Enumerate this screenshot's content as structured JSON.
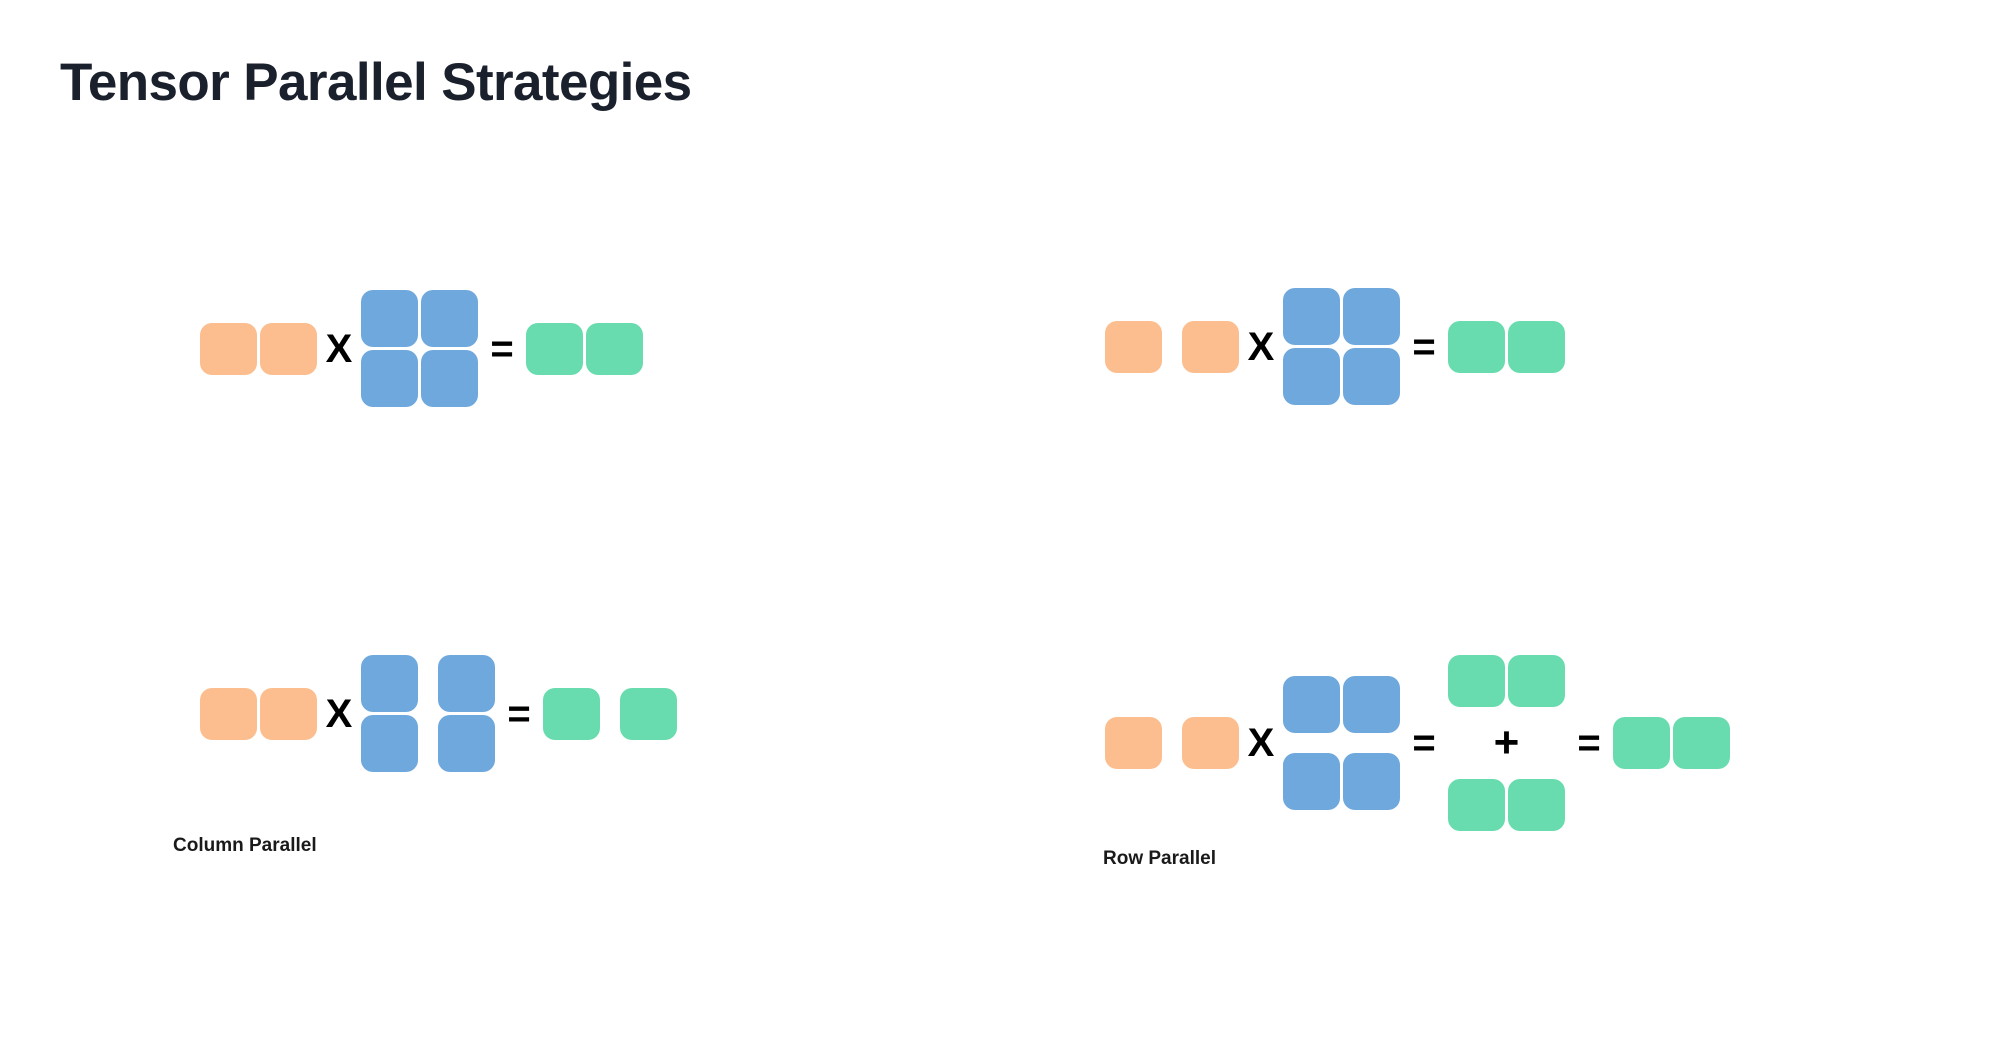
{
  "page": {
    "title": "Tensor Parallel Strategies",
    "background": "#ffffff",
    "title_color": "#1a202c"
  },
  "palette": {
    "input_orange": "#fcbe8e",
    "weight_blue": "#6fa8dc",
    "output_green": "#68dcae",
    "operator_black": "#000000"
  },
  "operators": {
    "multiply": "X",
    "equals": "=",
    "plus": "+"
  },
  "diagrams": [
    {
      "id": "reference-plain",
      "caption": "",
      "description": "Unsharded reference: activation row times full weight matrix yields full output row",
      "input": {
        "color": "#fcbe8e",
        "rows": 1,
        "cols": 2,
        "split": "none"
      },
      "weight": {
        "color": "#6fa8dc",
        "rows": 2,
        "cols": 2,
        "split": "none"
      },
      "output": {
        "color": "#68dcae",
        "rows": 1,
        "cols": 2,
        "split": "none"
      },
      "has_partial_sum": false
    },
    {
      "id": "reference-sharded-input",
      "caption": "",
      "description": "Activation row shown split into two shards times full weight matrix yields full output row",
      "input": {
        "color": "#fcbe8e",
        "rows": 1,
        "cols": 2,
        "split": "column"
      },
      "weight": {
        "color": "#6fa8dc",
        "rows": 2,
        "cols": 2,
        "split": "none"
      },
      "output": {
        "color": "#68dcae",
        "rows": 1,
        "cols": 2,
        "split": "none"
      },
      "has_partial_sum": false
    },
    {
      "id": "column-parallel",
      "caption": "Column Parallel",
      "description": "Full activation row times column-sharded weight matrix yields column-sharded output",
      "input": {
        "color": "#fcbe8e",
        "rows": 1,
        "cols": 2,
        "split": "none"
      },
      "weight": {
        "color": "#6fa8dc",
        "rows": 2,
        "cols": 2,
        "split": "column"
      },
      "output": {
        "color": "#68dcae",
        "rows": 1,
        "cols": 2,
        "split": "column"
      },
      "has_partial_sum": false
    },
    {
      "id": "row-parallel",
      "caption": "Row Parallel",
      "description": "Sharded activation row times row-sharded weight matrix yields two partial outputs that are summed into the full output row",
      "input": {
        "color": "#fcbe8e",
        "rows": 1,
        "cols": 2,
        "split": "column"
      },
      "weight": {
        "color": "#6fa8dc",
        "rows": 2,
        "cols": 2,
        "split": "row"
      },
      "partials": [
        {
          "color": "#68dcae",
          "rows": 1,
          "cols": 2,
          "split": "none"
        },
        {
          "color": "#68dcae",
          "rows": 1,
          "cols": 2,
          "split": "none"
        }
      ],
      "output": {
        "color": "#68dcae",
        "rows": 1,
        "cols": 2,
        "split": "none"
      },
      "has_partial_sum": true
    }
  ]
}
